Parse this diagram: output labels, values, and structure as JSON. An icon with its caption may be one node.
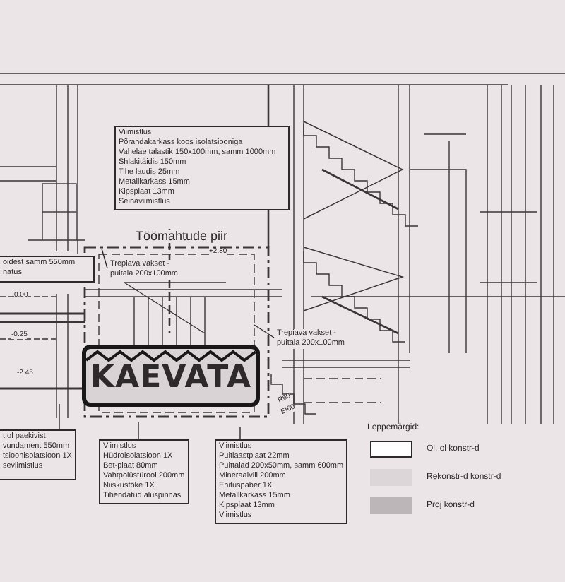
{
  "diagram": {
    "nodes": [
      {
        "text": [
          "Viimistlus",
          "Põrandakarkass koos isolatsiooniga",
          "Vahelae talastik 150x100mm, samm 1000mm",
          "Shlakitäidis 150mm",
          "Tihe laudis 25mm",
          "Metallkarkass 15mm",
          "Kipsplaat 13mm",
          "Seinaviimistlus"
        ]
      },
      {
        "text": [
          "oidest samm 550mm",
          "natus"
        ]
      },
      {
        "text": [
          "Trepiava vakset - puitala 200x100mm"
        ]
      },
      {
        "text": [
          "Trepiava vakset - puitala 200x100mm"
        ]
      },
      {
        "text": [
          "KAEVATA"
        ]
      },
      {
        "text": [
          "t ol paekivist",
          "vundament 550mm",
          "tsioonisolatsioon 1X",
          "seviimistlus"
        ]
      },
      {
        "text": [
          "Viimistlus",
          "Hüdroisolatsioon 1X",
          "Bet-plaat 80mm",
          "Vahtpolüstürool 200mm",
          "Niiskustõke 1X",
          "Tihendatud aluspinnas"
        ]
      },
      {
        "text": [
          "Viimistlus",
          "Puitlaastplaat 22mm",
          "Puittalad 200x50mm, samm 600mm",
          "Mineraalvill 200mm",
          "Ehituspaber 1X",
          "Metallkarkass 15mm",
          "Kipsplaat 13mm",
          "Viimistlus"
        ]
      }
    ],
    "edges": [
      {
        "from": 2,
        "to": null,
        "arrow": "none"
      },
      {
        "from": 3,
        "to": null,
        "arrow": "none"
      },
      {
        "from": 5,
        "to": null,
        "arrow": "none"
      },
      {
        "from": 6,
        "to": null,
        "arrow": "none"
      },
      {
        "from": 7,
        "to": null,
        "arrow": "none"
      }
    ],
    "labels": [
      "Töömahtude piir",
      "+2.80",
      "0.00",
      "-0.25",
      "-2.45",
      "R60",
      "EI60",
      "Leppemärgid:"
    ],
    "legend": [
      {
        "text": "Ol. ol konstr-d",
        "color": "#ffffff"
      },
      {
        "text": "Rekonstr-d konstr-d",
        "color": "#dcd6d8"
      },
      {
        "text": "Proj konstr-d",
        "color": "#bdb6b9"
      }
    ]
  }
}
